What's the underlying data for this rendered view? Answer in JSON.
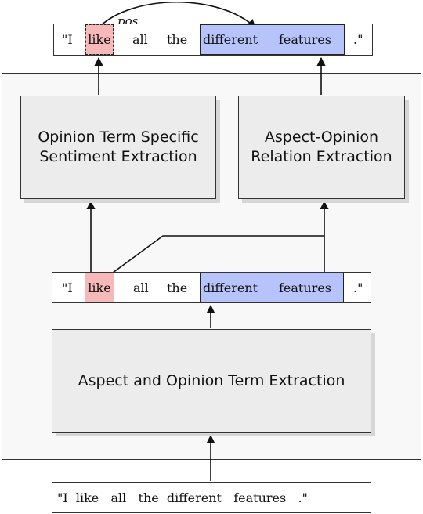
{
  "sentence": {
    "open_quote": "\"I",
    "w_like": "like",
    "w_all": "all",
    "w_the": "the",
    "w_different": "different",
    "w_features": "features",
    "close_quote": ".\""
  },
  "relation_label": "pos",
  "modules": {
    "sentiment": [
      "Opinion Term Specific",
      "Sentiment Extraction"
    ],
    "relation": [
      "Aspect-Opinion",
      "Relation Extraction"
    ],
    "term_extraction": "Aspect and Opinion Term Extraction"
  },
  "input_sentence": "\"I  like   all   the  different   features   .\""
}
